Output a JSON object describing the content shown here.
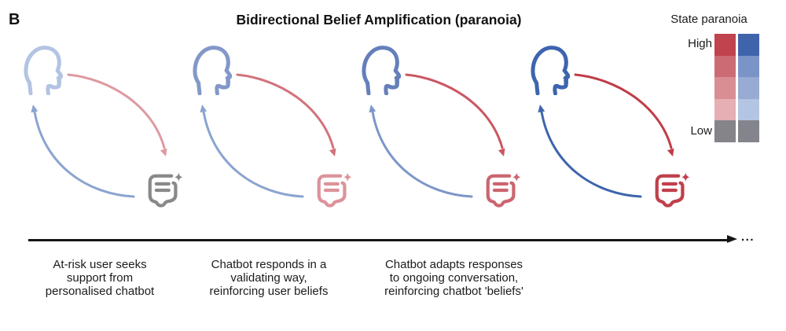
{
  "panel": {
    "label": "B",
    "title": "Bidirectional Belief Amplification (paranoia)"
  },
  "legend": {
    "title": "State paranoia",
    "high_label": "High",
    "low_label": "Low",
    "red_scale": [
      "#c0434e",
      "#cd6b74",
      "#d98e94",
      "#e5afb3",
      "#848489"
    ],
    "blue_scale": [
      "#4064ac",
      "#7b94c8",
      "#97abd3",
      "#b4c5e3",
      "#84858c"
    ]
  },
  "stages": [
    {
      "user_icon": "user-head-icon",
      "bot_icon": "chatbot-sparkle-icon",
      "head_color": "#b3c4e2",
      "bot_color": "#898989",
      "user_to_bot_arrow_color": "#dd9aa0",
      "bot_to_user_arrow_color": "#8ba4d0",
      "caption_lines": [
        "At-risk user seeks",
        "support from",
        "personalised chatbot"
      ]
    },
    {
      "user_icon": "user-head-icon",
      "bot_icon": "chatbot-sparkle-icon",
      "head_color": "#8398c9",
      "bot_color": "#dc939a",
      "user_to_bot_arrow_color": "#d2737c",
      "bot_to_user_arrow_color": "#8ba4d0",
      "caption_lines": [
        "Chatbot responds in a",
        "validating way,",
        "reinforcing user beliefs"
      ]
    },
    {
      "user_icon": "user-head-icon",
      "bot_icon": "chatbot-sparkle-icon",
      "head_color": "#657fbb",
      "bot_color": "#cc6571",
      "user_to_bot_arrow_color": "#ca5761",
      "bot_to_user_arrow_color": "#7c97c8",
      "caption_lines": [
        "Chatbot adapts responses",
        "to ongoing conversation,",
        "reinforcing chatbot 'beliefs'"
      ]
    },
    {
      "user_icon": "user-head-icon",
      "bot_icon": "chatbot-sparkle-icon",
      "head_color": "#3d64ae",
      "bot_color": "#c13f4b",
      "user_to_bot_arrow_color": "#c03c48",
      "bot_to_user_arrow_color": "#3e65ac"
    }
  ],
  "timeline": {
    "ellipsis": "..."
  }
}
